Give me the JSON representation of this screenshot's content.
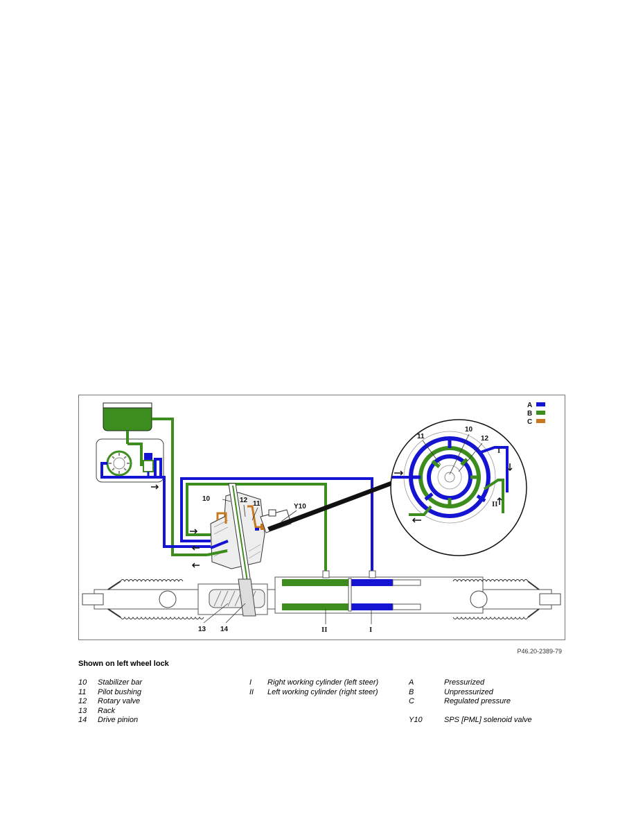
{
  "figure": {
    "code": "P46.20-2389-79",
    "colors": {
      "pressurized": "#1414d2",
      "unpressurized": "#3c8c1e",
      "regulated": "#c8781e",
      "outline": "#222222"
    },
    "color_legend": [
      {
        "key": "A",
        "color": "#1414d2"
      },
      {
        "key": "B",
        "color": "#3c8c1e"
      },
      {
        "key": "C",
        "color": "#c8781e"
      }
    ],
    "callouts": {
      "c10": "10",
      "c11": "11",
      "c12": "12",
      "c13": "13",
      "c14": "14",
      "y10": "Y10",
      "i": "I",
      "ii": "II",
      "inset_10": "10",
      "inset_11": "11",
      "inset_12": "12",
      "inset_i": "I",
      "inset_ii": "II"
    }
  },
  "caption": "Shown on left wheel lock",
  "legend": {
    "components": [
      {
        "key": "10",
        "label": "Stabilizer bar"
      },
      {
        "key": "11",
        "label": "Pilot bushing"
      },
      {
        "key": "12",
        "label": "Rotary valve"
      },
      {
        "key": "13",
        "label": "Rack"
      },
      {
        "key": "14",
        "label": "Drive pinion"
      }
    ],
    "cylinders": [
      {
        "key": "I",
        "label": "Right working cylinder (left steer)"
      },
      {
        "key": "II",
        "label": "Left working cylinder (right steer)"
      }
    ],
    "pressures": [
      {
        "key": "A",
        "label": "Pressurized"
      },
      {
        "key": "B",
        "label": "Unpressurized"
      },
      {
        "key": "C",
        "label": "Regulated pressure"
      }
    ],
    "valves": [
      {
        "key": "Y10",
        "label": "SPS [PML] solenoid valve"
      }
    ]
  }
}
